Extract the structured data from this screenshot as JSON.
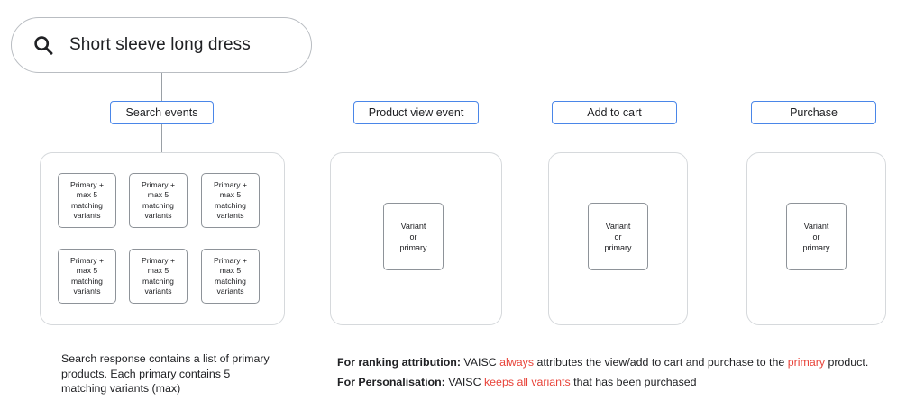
{
  "search": {
    "icon": "search-icon",
    "query": "Short sleeve long dress"
  },
  "stages": [
    {
      "id": "search-events",
      "label": "Search events"
    },
    {
      "id": "product-view-event",
      "label": "Product view event"
    },
    {
      "id": "add-to-cart",
      "label": "Add to cart"
    },
    {
      "id": "purchase",
      "label": "Purchase"
    }
  ],
  "search_results": {
    "cards": [
      {
        "line1": "Primary +",
        "line2": "max 5",
        "line3": "matching",
        "line4": "variants"
      },
      {
        "line1": "Primary +",
        "line2": "max 5",
        "line3": "matching",
        "line4": "variants"
      },
      {
        "line1": "Primary +",
        "line2": "max 5",
        "line3": "matching",
        "line4": "variants"
      },
      {
        "line1": "Primary +",
        "line2": "max 5",
        "line3": "matching",
        "line4": "variants"
      },
      {
        "line1": "Primary +",
        "line2": "max 5",
        "line3": "matching",
        "line4": "variants"
      },
      {
        "line1": "Primary +",
        "line2": "max 5",
        "line3": "matching",
        "line4": "variants"
      }
    ]
  },
  "single_cards": {
    "product_view": {
      "line1": "Variant",
      "line2": "or",
      "line3": "primary"
    },
    "add_to_cart": {
      "line1": "Variant",
      "line2": "or",
      "line3": "primary"
    },
    "purchase": {
      "line1": "Variant",
      "line2": "or",
      "line3": "primary"
    }
  },
  "captions": {
    "left": "Search response contains a list of primary products. Each primary contains 5 matching variants (max)",
    "ranking": {
      "label": "For ranking attribution:",
      "part1": " VAISC ",
      "highlight1": "always",
      "part2": " attributes the view/add to cart and purchase to the ",
      "highlight2": "primary",
      "part3": " product."
    },
    "personalisation": {
      "label": "For Personalisation:",
      "part1": " VAISC ",
      "highlight1": "keeps all variants",
      "part2": " that has been purchased"
    }
  },
  "colors": {
    "accent_blue": "#4a86e8",
    "highlight_red": "#e8443a",
    "panel_border": "#d6d9dc",
    "card_border": "#8e9399",
    "line": "#9aa0a6"
  }
}
